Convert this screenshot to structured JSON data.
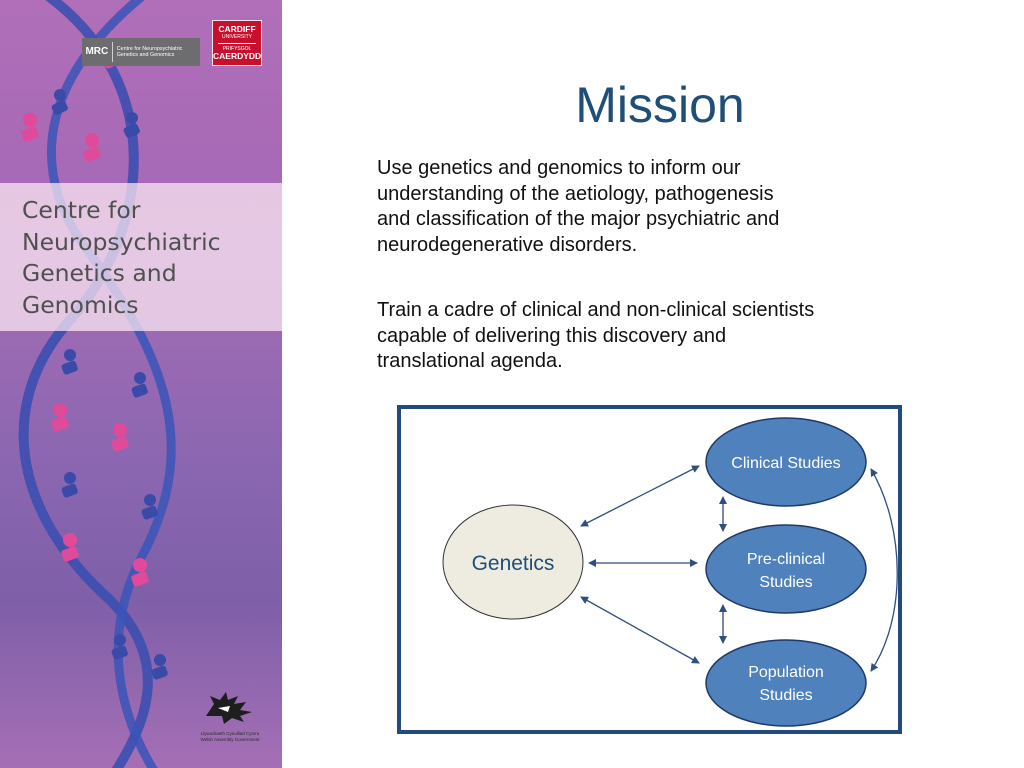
{
  "slide": {
    "title": "Mission",
    "paragraphs": [
      "Use genetics and genomics to inform our\nunderstanding of the aetiology, pathogenesis\nand classification of the major psychiatric and\nneurodegenerative disorders.",
      "Train a cadre of clinical and non-clinical scientists\ncapable of delivering this discovery and\ntranslational agenda."
    ]
  },
  "sidebar": {
    "centre_title": "Centre for Neuropsychiatric Genetics and Genomics",
    "mrc_logo": {
      "mark": "MRC",
      "text": "Centre for Neuropsychiatric Genetics and Genomics"
    },
    "cardiff_logo": {
      "line1": "CARDIFF",
      "line2": "UNIVERSITY",
      "line3": "PRIFYSGOL",
      "line4": "CAERDYDD"
    },
    "assembly_logo": {
      "line1": "Llywodraeth Cynulliad Cymru",
      "line2": "Welsh Assembly Government"
    }
  },
  "diagram": {
    "center_node": "Genetics",
    "nodes": [
      {
        "id": "clinical",
        "label": [
          "Clinical Studies"
        ]
      },
      {
        "id": "preclinical",
        "label": [
          "Pre-clinical",
          "Studies"
        ]
      },
      {
        "id": "population",
        "label": [
          "Population",
          "Studies"
        ]
      }
    ],
    "colors": {
      "node_fill": "#4f81bd",
      "node_stroke": "#1f3a66",
      "center_fill": "#eeece1",
      "arrow": "#2e4f7f",
      "frame": "#234a7c"
    }
  },
  "colors": {
    "title": "#1f4e79",
    "centre_text": "#505050",
    "cardiff_red": "#c8102e"
  }
}
